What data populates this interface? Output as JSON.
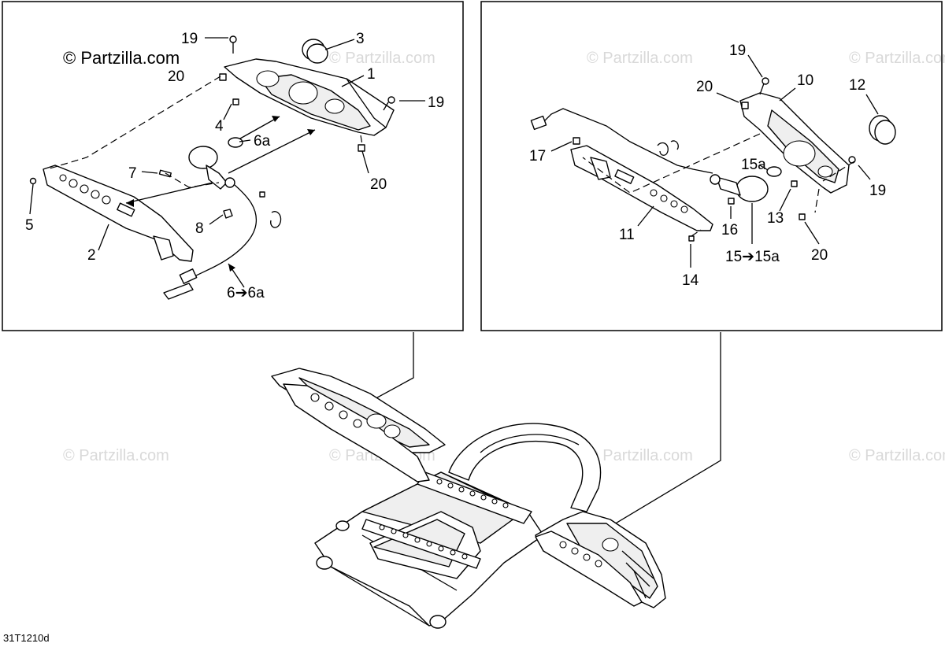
{
  "watermark": {
    "main": "© Partzilla.com",
    "repeat": "© Partzilla.com"
  },
  "drawing_code": "31T1210d",
  "left_panel": {
    "callouts": [
      "19",
      "3",
      "20",
      "1",
      "19",
      "4",
      "6a",
      "20",
      "7",
      "5",
      "8",
      "2",
      "6",
      "6a"
    ]
  },
  "right_panel": {
    "callouts": [
      "19",
      "20",
      "10",
      "12",
      "17",
      "15a",
      "19",
      "13",
      "16",
      "11",
      "20",
      "15",
      "15a",
      "14"
    ]
  },
  "arrow_glyph": "➔"
}
